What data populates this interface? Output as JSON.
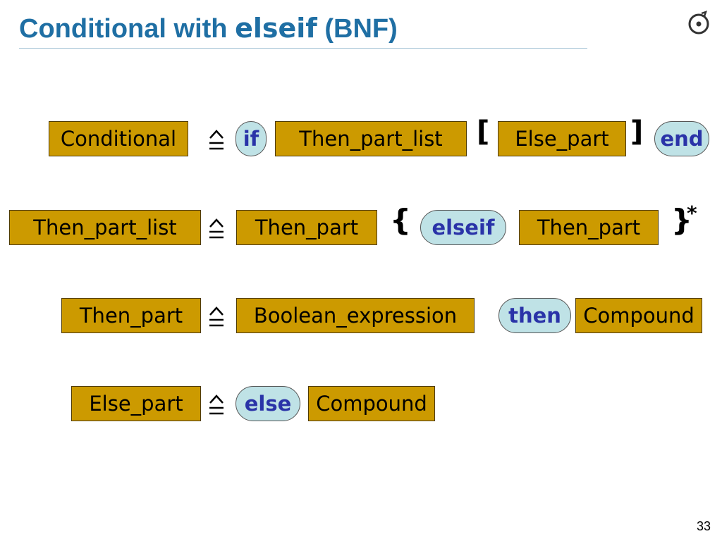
{
  "slide": {
    "title_pre": "Conditional with ",
    "title_kw": "elseif",
    "title_post": " (BNF)",
    "page_number": "33"
  },
  "symbols": {
    "defines": "≙",
    "opt_open": "[",
    "opt_close": "]",
    "rep_open": "{",
    "rep_close": "}",
    "rep_star": "*"
  },
  "rules": [
    {
      "lhs": "Conditional",
      "rhs": [
        "if",
        "Then_part_list",
        "Else_part",
        "end"
      ]
    },
    {
      "lhs": "Then_part_list",
      "rhs": [
        "Then_part",
        "elseif",
        "Then_part"
      ]
    },
    {
      "lhs": "Then_part",
      "rhs": [
        "Boolean_expression",
        "then",
        "Compound"
      ]
    },
    {
      "lhs": "Else_part",
      "rhs": [
        "else",
        "Compound"
      ]
    }
  ],
  "colors": {
    "title": "#1f6fa4",
    "nonterminal_fill": "#cc9a00",
    "keyword_fill": "#bfe2e6",
    "keyword_text": "#2a33a8"
  }
}
